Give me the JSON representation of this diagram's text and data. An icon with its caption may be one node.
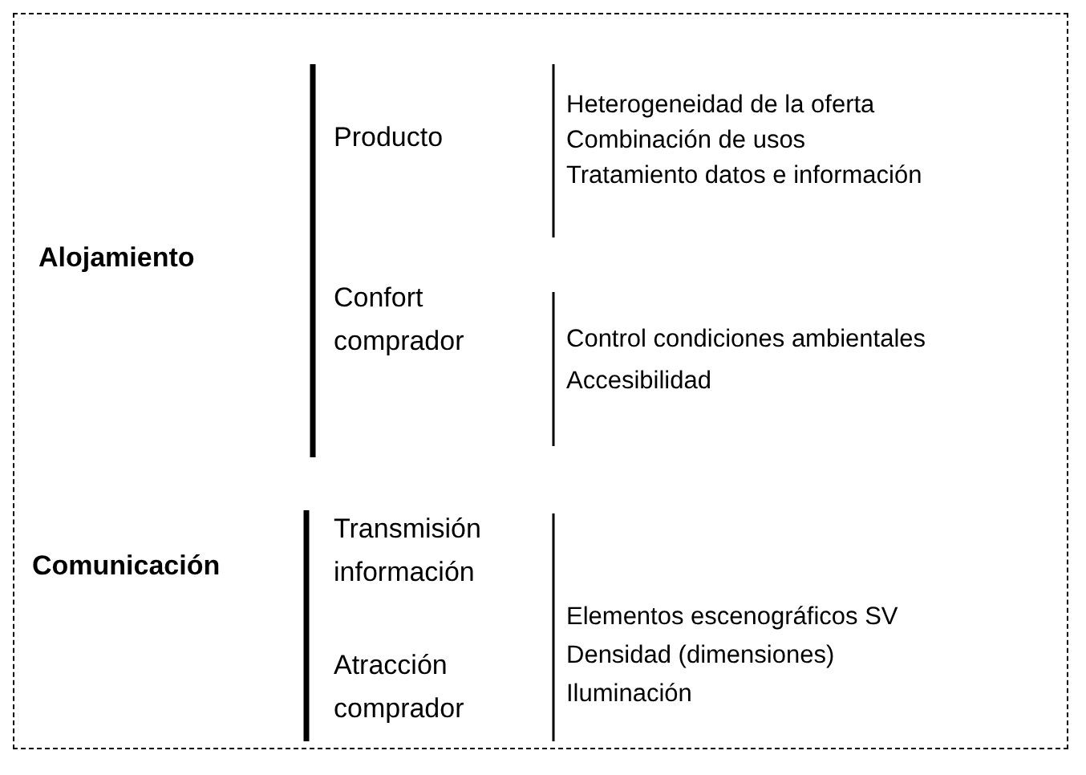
{
  "diagram": {
    "labels": [
      "Alojamiento",
      "Producto",
      "Heterogeneidad de la oferta",
      "Combinación de usos",
      "Tratamiento datos e información",
      "Confort comprador",
      "Control condiciones ambientales",
      "Accesibilidad",
      "Comunicación",
      "Transmisión información",
      "Atracción comprador",
      "Elementos escenográficos SV",
      "Densidad (dimensiones)",
      "Iluminación"
    ]
  }
}
